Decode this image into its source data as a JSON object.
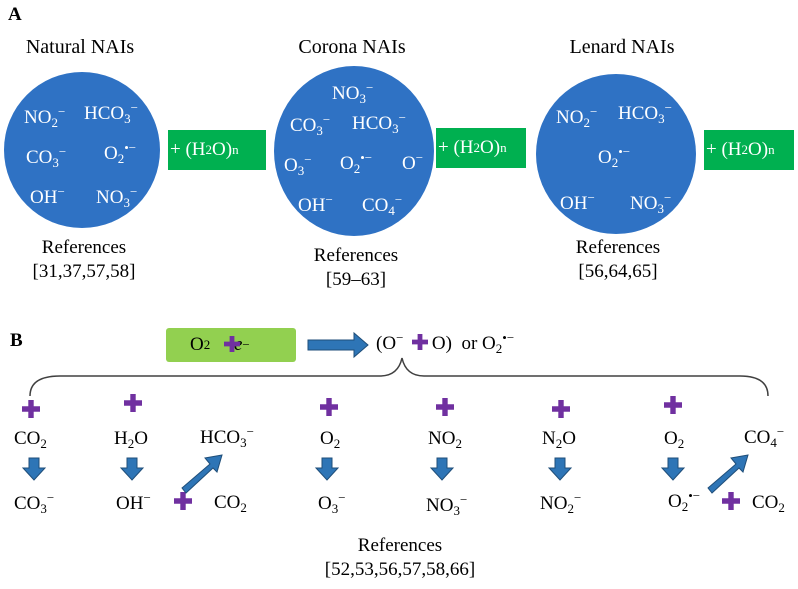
{
  "panels": {
    "a": "A",
    "b": "B"
  },
  "colors": {
    "circle": "#2f72c4",
    "green": "#00b050",
    "plus": "#7030a0",
    "arrow": "#2e75b6"
  },
  "panel_a": {
    "natural": {
      "title": "Natural NAIs",
      "ions": {
        "no2": "NO2−",
        "hco3": "HCO3−",
        "co3": "CO3−",
        "o2": "O2•−",
        "oh": "OH−",
        "no3": "NO3−"
      },
      "water": "+ (H2O)n",
      "ref_label": "References",
      "refs": "[31,37,57,58]"
    },
    "corona": {
      "title": "Corona NAIs",
      "ions": {
        "no3": "NO3−",
        "co3": "CO3−",
        "hco3": "HCO3−",
        "o3": "O3−",
        "o2": "O2•−",
        "o": "O−",
        "oh": "OH−",
        "co4": "CO4−"
      },
      "water": "+ (H2O)n",
      "ref_label": "References",
      "refs": "[59–63]"
    },
    "lenard": {
      "title": "Lenard NAIs",
      "ions": {
        "no2": "NO2−",
        "hco3": "HCO3−",
        "o2": "O2•−",
        "oh": "OH−",
        "no3": "NO3−"
      },
      "water": "+ (H2O)n",
      "ref_label": "References",
      "refs": "[56,64,65]"
    }
  },
  "panel_b": {
    "reaction": {
      "o2": "O2",
      "e": "e−",
      "products_o": "(O−",
      "products_o_end": "O)",
      "or": "or O2•−"
    },
    "columns": [
      {
        "reactant": "CO2",
        "product": "CO3−"
      },
      {
        "reactant": "H2O",
        "product": "OH−",
        "extra_product": "HCO3−",
        "extra_reactant": "CO2"
      },
      {
        "reactant": "O2",
        "product": "O3−"
      },
      {
        "reactant": "NO2",
        "product": "NO3−"
      },
      {
        "reactant": "N2O",
        "product": "NO2−"
      },
      {
        "reactant": "O2",
        "product": "O2•−",
        "extra_product": "CO4−",
        "extra_reactant": "CO2"
      }
    ],
    "ref_label": "References",
    "refs": "[52,53,56,57,58,66]"
  }
}
